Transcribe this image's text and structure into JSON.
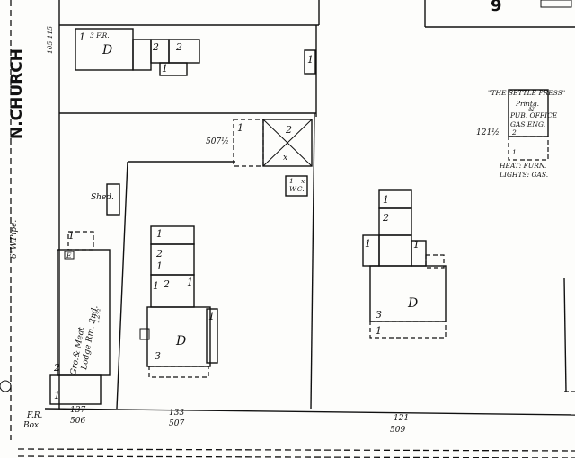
{
  "street_label": "N.CHURCH",
  "pipe_label": "6\"W.Pipe.",
  "block_number": "9",
  "side_numbers": "105 115",
  "fr_box": [
    "F.R.",
    "Box."
  ],
  "shed_label": "Shed.",
  "wc_label": "W.C.",
  "wc_x": "x",
  "lot_507": "507½",
  "lot_121": "121½",
  "dwelling": "D",
  "x_mark": "x",
  "lodge_label": [
    "Gro.& Meat",
    "Lodge Rm. 2nd."
  ],
  "lodge_side": "12½",
  "e_mark": "E",
  "top_house": {
    "story": "3 F.R.",
    "d": "D"
  },
  "print_shop": {
    "title": "\"THE SETTLE PRESS\"",
    "lines": [
      "Printg.",
      "&",
      "PUB. OFFICE",
      "GAS ENG."
    ],
    "heat": "HEAT: FURN.",
    "lights": "LIGHTS: GAS."
  },
  "addresses": [
    {
      "old": "137",
      "new": "506"
    },
    {
      "old": "133",
      "new": "507"
    },
    {
      "old": "121",
      "new": "509"
    }
  ],
  "stories": [
    "1",
    "2",
    "3",
    "2",
    "1",
    "2",
    "1",
    "1",
    "2",
    "1",
    "2",
    "1",
    "1",
    "2",
    "3",
    "1",
    "1",
    "2",
    "1",
    "1",
    "2",
    "2"
  ]
}
